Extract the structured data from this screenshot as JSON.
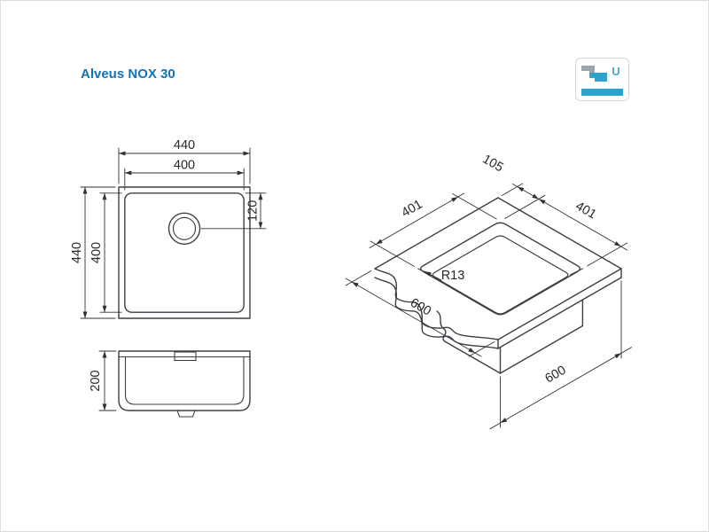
{
  "title": "Alveus NOX 30",
  "colors": {
    "title_blue": "#1373b5",
    "line": "#3a3f44",
    "dim_text": "#24282b",
    "icon_teal": "#2ba3cb",
    "icon_gray": "#9aa4ad",
    "icon_letter_blue": "#3fa9d4"
  },
  "corner_icon": {
    "letter": "U"
  },
  "top_view": {
    "outer_width": "440",
    "inner_width": "400",
    "outer_height": "440",
    "inner_height": "400",
    "drain_offset": "120"
  },
  "side_view": {
    "depth": "200"
  },
  "iso_view": {
    "cutout_left": "401",
    "cutout_right": "401",
    "edge_offset": "105",
    "corner_radius": "R13",
    "counter_width": "600",
    "counter_depth": "600"
  }
}
